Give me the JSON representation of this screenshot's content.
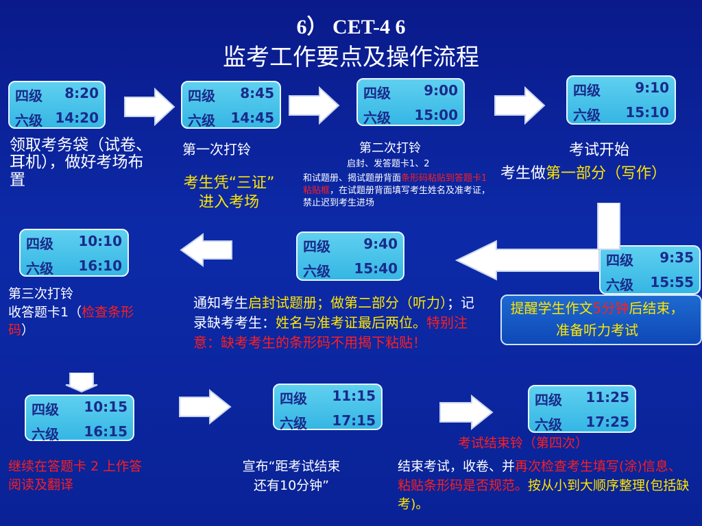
{
  "title": {
    "line1": "6） CET-4  6",
    "line2": "监考工作要点及操作流程"
  },
  "steps": [
    {
      "l1": "四级",
      "t1": "8:20",
      "l2": "六级",
      "t2": "14:20"
    },
    {
      "l1": "四级",
      "t1": "8:45",
      "l2": "六级",
      "t2": "14:45"
    },
    {
      "l1": "四级",
      "t1": "9:00",
      "l2": "六级",
      "t2": "15:00"
    },
    {
      "l1": "四级",
      "t1": "9:10",
      "l2": "六级",
      "t2": "15:10"
    },
    {
      "l1": "四级",
      "t1": "9:35",
      "l2": "六级",
      "t2": "15:55"
    },
    {
      "l1": "四级",
      "t1": "9:40",
      "l2": "六级",
      "t2": "15:40"
    },
    {
      "l1": "四级",
      "t1": "10:10",
      "l2": "六级",
      "t2": "16:10"
    },
    {
      "l1": "四级",
      "t1": "10:15",
      "l2": "六级",
      "t2": "16:15"
    },
    {
      "l1": "四级",
      "t1": "11:15",
      "l2": "六级",
      "t2": "17:15"
    },
    {
      "l1": "四级",
      "t1": "11:25",
      "l2": "六级",
      "t2": "17:25"
    }
  ],
  "text": {
    "s1": "领取考务袋（试卷、耳机），做好考场布置",
    "s2_a": "第一次打铃",
    "s2_b": "考生凭“三证”",
    "s2_c": "进入考场",
    "s3_a": "第二次打铃",
    "s3_b": "启封、发答题卡1、2",
    "s3_c1": "和试题册、揭试题册背面",
    "s3_c2": "条形码粘贴到答题卡1粘贴框",
    "s3_c3": "，在试题册背面填写考生姓名及准考证，禁止迟到考生进场",
    "s4_a": "考试开始",
    "s4_b1": "考生做",
    "s4_b2": "第一部分（写作）",
    "s5_a": "提醒学生作文",
    "s5_b": "5分钟",
    "s5_c": "后结束，",
    "s5_d": "准备听力考试",
    "s6_a": "通知考生",
    "s6_b": "启封试题册；做第二部分（听力）",
    "s6_c": "；记录缺考考生：",
    "s6_d": "姓名与准考证最后两位。",
    "s6_e": "特别注意：缺考考生的条形码不用揭下粘贴！",
    "s7_a": "第三次打铃",
    "s7_b": "收答题卡1（",
    "s7_c": "检查条形码",
    "s7_d": "）",
    "s8": "继续在答题卡 2 上作答阅读及翻译",
    "s9_a": "宣布“距考试结束",
    "s9_b": "还有10分钟”",
    "s10_a": "考试结束铃（第四次）",
    "s10_b1": "结束考试，收卷、并",
    "s10_b2": "再次检查考生填写(涂)信息、粘贴条形码是否规范。",
    "s10_b3": "按从小到大顺序整理(包括缺考)。"
  }
}
